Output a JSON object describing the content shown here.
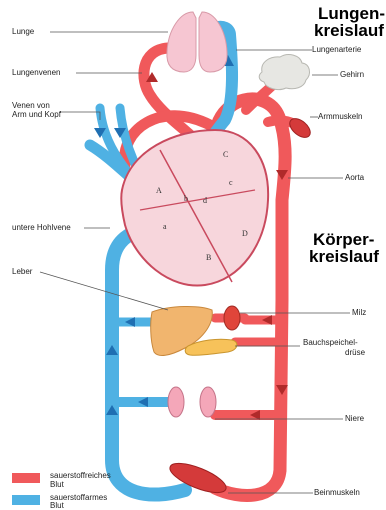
{
  "titles": {
    "pulmonary_line1": "Lungen-",
    "pulmonary_line2": "kreislauf",
    "systemic_line1": "Körper-",
    "systemic_line2": "kreislauf"
  },
  "labels": {
    "lunge": "Lunge",
    "lungenvenen": "Lungenvenen",
    "venen_arm_kopf_1": "Venen von",
    "venen_arm_kopf_2": "Arm und Kopf",
    "untere_hohlvene": "untere Hohlvene",
    "leber": "Leber",
    "lungenarterie": "Lungenarterie",
    "gehirn": "Gehirn",
    "armmuskeln": "Armmuskeln",
    "aorta": "Aorta",
    "milz": "Milz",
    "bauchspeichel_1": "Bauchspeichel-",
    "bauchspeichel_2": "drüse",
    "niere": "Niere",
    "beinmuskeln": "Beinmuskeln"
  },
  "chambers": {
    "A": "A",
    "B": "B",
    "C": "C",
    "D": "D",
    "a": "a",
    "b": "b",
    "c": "c",
    "d": "d"
  },
  "legend": {
    "oxygen_rich_1": "sauerstoffreiches",
    "oxygen_rich_2": "Blut",
    "oxygen_poor_1": "sauerstoffarmes",
    "oxygen_poor_2": "Blut"
  },
  "colors": {
    "oxygen_rich": "#f0595b",
    "oxygen_poor": "#4fb1e3",
    "heart_fill": "#f7d6dc",
    "lung_fill": "#f6c6d2",
    "brain_fill": "#e7e7e3",
    "liver_fill": "#f1b56e",
    "pancreas_fill": "#f7c25a",
    "spleen_fill": "#e0453a",
    "kidney_fill": "#f4a7b9",
    "muscle_fill": "#d43a3a"
  }
}
